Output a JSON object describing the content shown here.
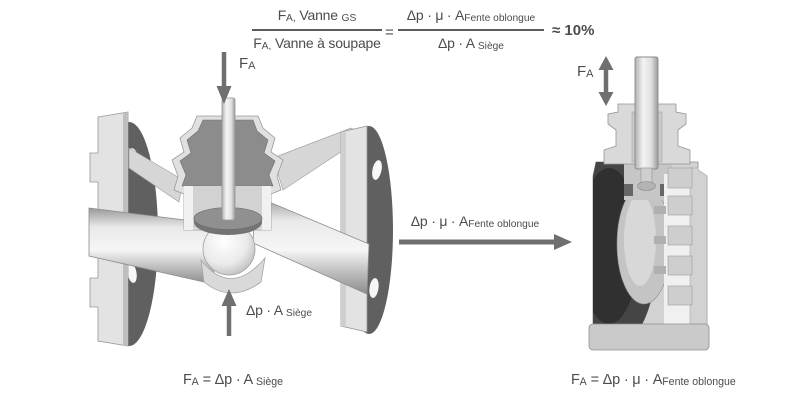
{
  "colors": {
    "text": "#4c4c4c",
    "arrow": "#6f6f6f",
    "fraction_bar": "#5a5a5a"
  },
  "top_equation": {
    "left_fraction": {
      "numerator": [
        {
          "t": "F"
        },
        {
          "t": "A,",
          "sub": true
        },
        {
          "t": " Vanne "
        },
        {
          "t": "GS",
          "sub": true
        }
      ],
      "denominator": [
        {
          "t": "F"
        },
        {
          "t": "A,",
          "sub": true
        },
        {
          "t": " Vanne à soupape"
        }
      ]
    },
    "equals": "=",
    "right_fraction": {
      "numerator": [
        {
          "t": "Δp · μ · A"
        },
        {
          "t": "Fente oblongue",
          "sub": true
        }
      ],
      "denominator": [
        {
          "t": "Δp · A "
        },
        {
          "t": "Siège",
          "sub": true
        }
      ]
    },
    "approx": "≈ 10%"
  },
  "left_valve": {
    "figure": "globe-valve-cross-section",
    "fa_label": [
      {
        "t": "F"
      },
      {
        "t": "A",
        "sub": true
      }
    ],
    "seat_force_label": [
      {
        "t": "Δp · A "
      },
      {
        "t": "Siège",
        "sub": true
      }
    ],
    "formula": [
      {
        "t": "F"
      },
      {
        "t": "A",
        "sub": true
      },
      {
        "t": " = Δp · A "
      },
      {
        "t": "Siège",
        "sub": true
      }
    ]
  },
  "flow_arrow": {
    "label": [
      {
        "t": "Δp · μ · A"
      },
      {
        "t": "Fente oblongue",
        "sub": true
      }
    ]
  },
  "right_valve": {
    "figure": "gs-valve-cross-section",
    "fa_label": [
      {
        "t": "F"
      },
      {
        "t": "A",
        "sub": true
      }
    ],
    "formula": [
      {
        "t": "F"
      },
      {
        "t": "A",
        "sub": true
      },
      {
        "t": " = Δp · μ · A"
      },
      {
        "t": "Fente oblongue",
        "sub": true
      }
    ]
  }
}
